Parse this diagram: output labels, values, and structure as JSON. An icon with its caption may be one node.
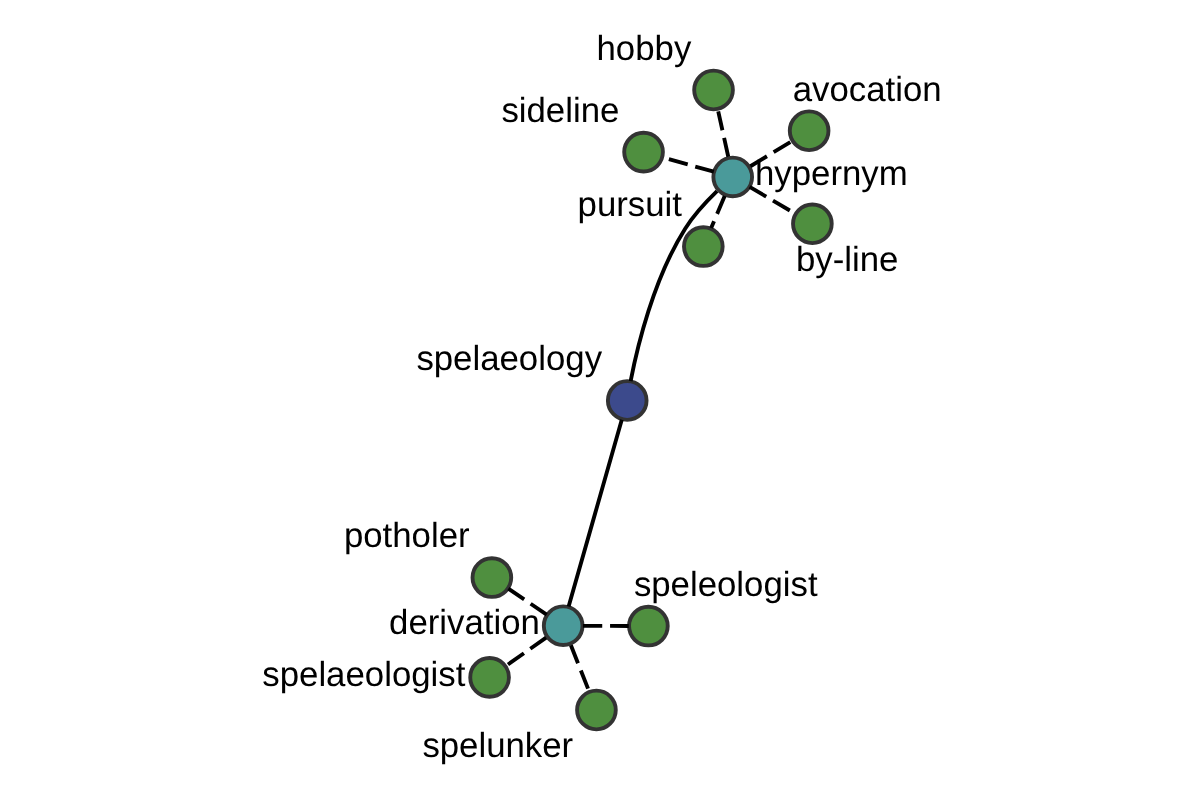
{
  "diagram": {
    "nodes": [
      {
        "text": [
          "spelaeology"
        ]
      },
      {
        "text": [
          "hypernym"
        ]
      },
      {
        "text": [
          "derivation"
        ]
      },
      {
        "text": [
          "hobby"
        ]
      },
      {
        "text": [
          "avocation"
        ]
      },
      {
        "text": [
          "sideline"
        ]
      },
      {
        "text": [
          "pursuit"
        ]
      },
      {
        "text": [
          "by-line"
        ]
      },
      {
        "text": [
          "potholer"
        ]
      },
      {
        "text": [
          "spelunker"
        ]
      },
      {
        "text": [
          "speleologist"
        ]
      },
      {
        "text": [
          "spelaeologist"
        ]
      }
    ],
    "edges": [
      {
        "from": 1,
        "to": 0,
        "arrow": "none"
      },
      {
        "from": 0,
        "to": 2,
        "arrow": "none"
      },
      {
        "from": 1,
        "to": 3,
        "arrow": "none",
        "style": "dashed"
      },
      {
        "from": 1,
        "to": 4,
        "arrow": "none",
        "style": "dashed"
      },
      {
        "from": 1,
        "to": 5,
        "arrow": "none",
        "style": "dashed"
      },
      {
        "from": 1,
        "to": 6,
        "arrow": "none",
        "style": "dashed"
      },
      {
        "from": 1,
        "to": 7,
        "arrow": "none",
        "style": "dashed"
      },
      {
        "from": 2,
        "to": 8,
        "arrow": "none",
        "style": "dashed"
      },
      {
        "from": 2,
        "to": 9,
        "arrow": "none",
        "style": "dashed"
      },
      {
        "from": 2,
        "to": 10,
        "arrow": "none",
        "style": "dashed"
      },
      {
        "from": 2,
        "to": 11,
        "arrow": "none",
        "style": "dashed"
      }
    ]
  }
}
